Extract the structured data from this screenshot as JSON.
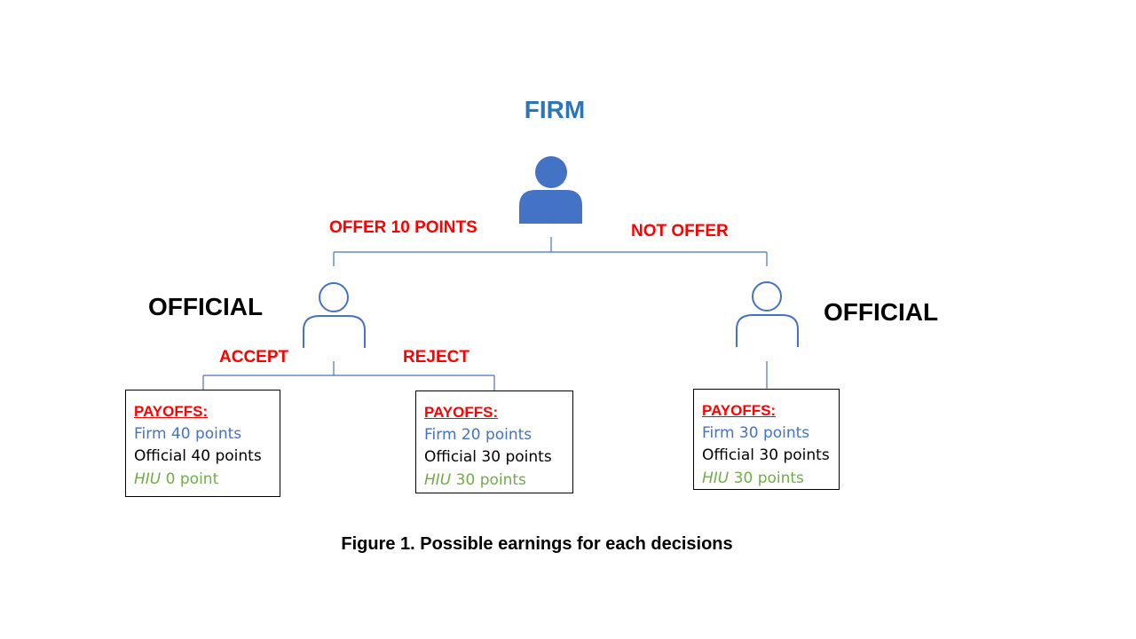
{
  "firm_title": "FIRM",
  "official_left": "OFFICIAL",
  "official_right": "OFFICIAL",
  "branches": {
    "offer": "OFFER 10 POINTS",
    "not_offer": "NOT OFFER",
    "accept": "ACCEPT",
    "reject": "REJECT"
  },
  "payoffs": [
    {
      "heading": "PAYOFFS:",
      "firm": "Firm 40 points",
      "official": "Official 40 points",
      "hiu_label": "HIU",
      "hiu_value": " 0 point"
    },
    {
      "heading": "PAYOFFS:",
      "firm": "Firm 20 points",
      "official": "Official 30 points",
      "hiu_label": "HIU",
      "hiu_value": " 30 points"
    },
    {
      "heading": "PAYOFFS:",
      "firm": "Firm 30 points",
      "official": "Official 30 points",
      "hiu_label": "HIU",
      "hiu_value": " 30 points"
    }
  ],
  "caption": "Figure 1. Possible earnings for each decisions",
  "colors": {
    "firm_blue": "#2e75b6",
    "icon_blue": "#4472c4",
    "branch_red": "#ff0000",
    "hiu_green": "#70ad47"
  },
  "icons": [
    "person-filled-icon",
    "person-outline-icon"
  ]
}
